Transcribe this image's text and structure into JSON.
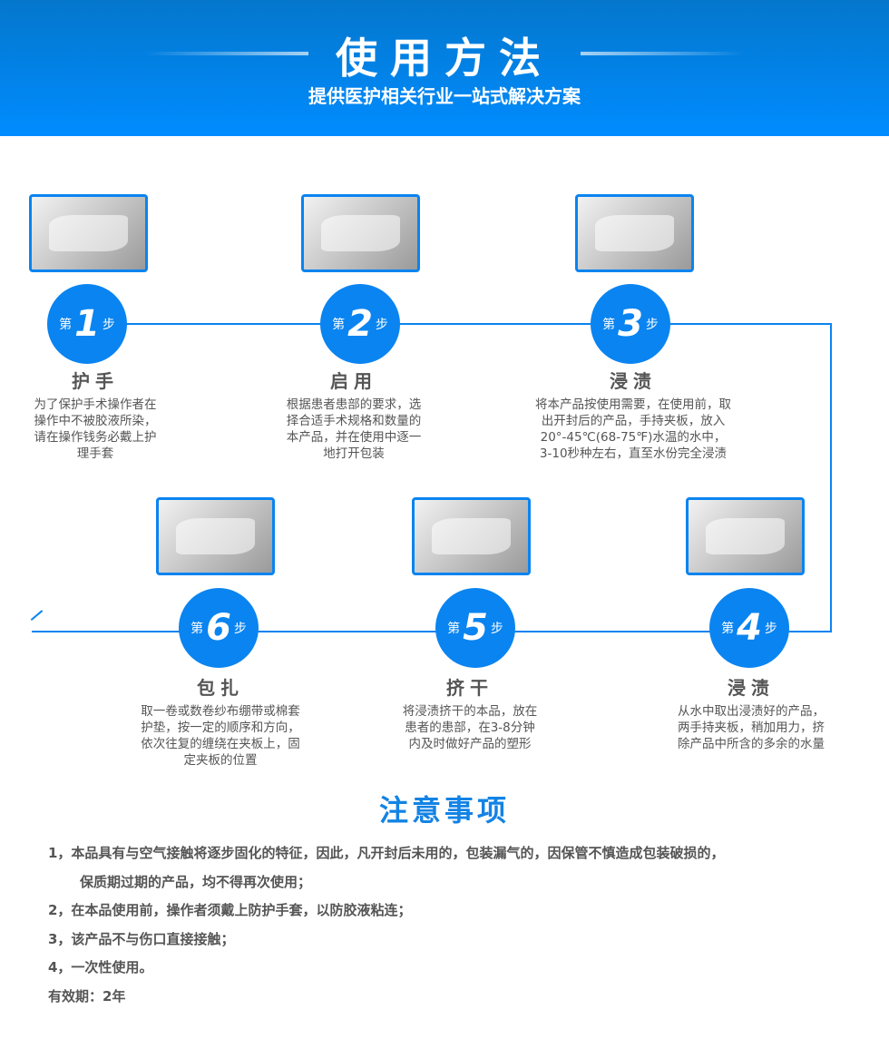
{
  "header": {
    "title": "使用方法",
    "subtitle": "提供医护相关行业一站式解决方案"
  },
  "step_prefix": "第",
  "step_suffix": "步",
  "steps": [
    {
      "num": "1",
      "title": "护手",
      "desc": "为了保护手术操作者在\n操作中不被胶液所染，\n请在操作钱务必戴上护\n理手套",
      "image": "hands-gloves-photo"
    },
    {
      "num": "2",
      "title": "启用",
      "desc": "根据患者患部的要求，选\n择合适手术规格和数量的\n本产品，并在使用中逐一\n地打开包装",
      "image": "open-package-photo"
    },
    {
      "num": "3",
      "title": "浸渍",
      "desc": "将本产品按使用需要，在使用前，取\n出开封后的产品，手持夹板，放入\n20°-45℃(68-75℉)水温的水中，\n3-10秒种左右，直至水份完全浸渍",
      "image": "water-tray-photo"
    },
    {
      "num": "4",
      "title": "浸渍",
      "desc": "从水中取出浸渍好的产品，\n两手持夹板，稍加用力，挤\n除产品中所含的多余的水量",
      "image": "squeeze-tray-photo"
    },
    {
      "num": "5",
      "title": "挤干",
      "desc": "将浸渍挤干的本品，放在\n患者的患部，在3-8分钟\n内及时做好产品的塑形",
      "image": "leg-splint-photo"
    },
    {
      "num": "6",
      "title": "包扎",
      "desc": "取一卷或数卷纱布绷带或棉套\n护垫，按一定的顺序和方向，\n依次往复的缠绕在夹板上，固\n定夹板的位置",
      "image": "bandage-wrap-photo"
    }
  ],
  "notes": {
    "title": "注意事项",
    "items": [
      "1，本品具有与空气接触将逐步固化的特征，因此，凡开封后未用的，包装漏气的，因保管不慎造成包装破损的，",
      "保质期过期的产品，均不得再次使用；",
      "2，在本品使用前，操作者须戴上防护手套，以防胶液粘连；",
      "3，该产品不与伤口直接接触；",
      "4，一次性使用。",
      "有效期：2年"
    ]
  },
  "colors": {
    "accent": "#0a84f0",
    "header_top": "#0477cc",
    "header_bottom": "#008cff",
    "text": "#555555"
  }
}
